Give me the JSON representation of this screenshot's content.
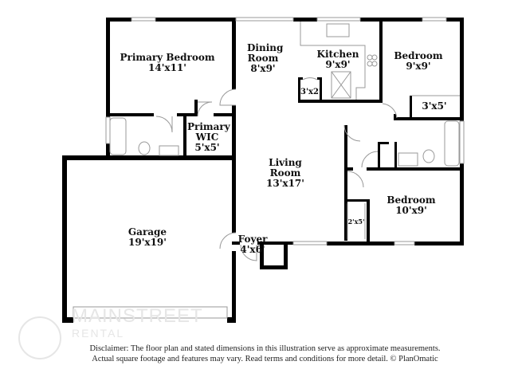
{
  "rooms": [
    {
      "name": "Primary Bedroom",
      "size": "14'x11'"
    },
    {
      "name": "Dining Room",
      "size": "8'x9'"
    },
    {
      "name": "Kitchen",
      "size": "9'x9'"
    },
    {
      "name": "Bedroom",
      "size": "9'x9'"
    },
    {
      "name": "",
      "size": "3'x2'"
    },
    {
      "name": "",
      "size": "3'x5'"
    },
    {
      "name": "Primary WIC",
      "size": "5'x5'"
    },
    {
      "name": "Living Room",
      "size": "13'x17'"
    },
    {
      "name": "Bedroom",
      "size": "10'x9'"
    },
    {
      "name": "",
      "size": "2'x5'"
    },
    {
      "name": "Garage",
      "size": "19'x19'"
    },
    {
      "name": "Foyer",
      "size": "4'x6'"
    }
  ],
  "disclaimer": {
    "line1": "Disclaimer: The floor plan and stated dimensions in this illustration serve as approximate measurements.",
    "line2": "Actual square footage and features may vary. Read terms and conditions for more detail. © PlanOmatic"
  },
  "watermark": {
    "line1": "MAINSTREET",
    "line2": "RENTAL"
  },
  "colors": {
    "wall": "#000000",
    "fixture": "#999999"
  }
}
